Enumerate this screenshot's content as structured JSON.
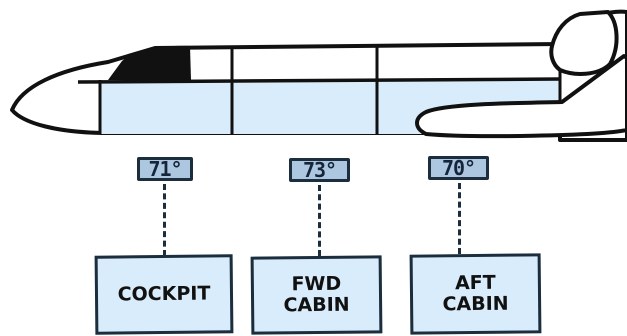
{
  "colors": {
    "ink": "#111111",
    "cabin_fill": "#d9ecfb",
    "tag_fill": "#aec7e0",
    "cockpit_window": "#111111"
  },
  "zones": [
    {
      "id": "cockpit",
      "temp": "71°",
      "label_lines": [
        "COCKPIT"
      ]
    },
    {
      "id": "fwd-cabin",
      "temp": "73°",
      "label_lines": [
        "FWD",
        "CABIN"
      ]
    },
    {
      "id": "aft-cabin",
      "temp": "70°",
      "label_lines": [
        "AFT",
        "CABIN"
      ]
    }
  ]
}
